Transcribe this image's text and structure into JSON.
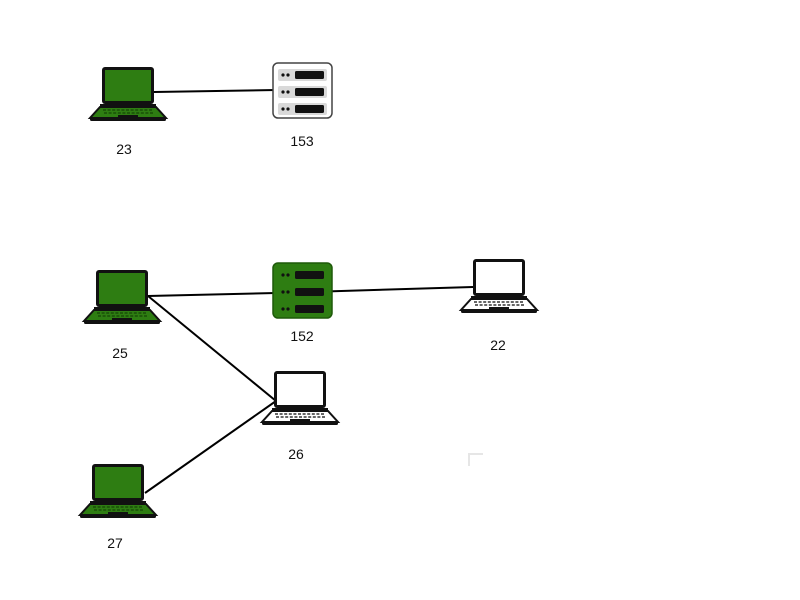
{
  "colors": {
    "active": "#2e7d12",
    "inactive": "#ffffff",
    "outline": "#111111",
    "edge": "#000000"
  },
  "nodes": [
    {
      "id": "23",
      "label": "23",
      "kind": "laptop",
      "state": "active"
    },
    {
      "id": "153",
      "label": "153",
      "kind": "server",
      "state": "inactive"
    },
    {
      "id": "25",
      "label": "25",
      "kind": "laptop",
      "state": "active"
    },
    {
      "id": "152",
      "label": "152",
      "kind": "server",
      "state": "active"
    },
    {
      "id": "22",
      "label": "22",
      "kind": "laptop",
      "state": "inactive"
    },
    {
      "id": "26",
      "label": "26",
      "kind": "laptop",
      "state": "inactive"
    },
    {
      "id": "27",
      "label": "27",
      "kind": "laptop",
      "state": "active"
    }
  ],
  "edges": [
    {
      "from": "23",
      "to": "153"
    },
    {
      "from": "25",
      "to": "152"
    },
    {
      "from": "152",
      "to": "22"
    },
    {
      "from": "25",
      "to": "26"
    },
    {
      "from": "27",
      "to": "26"
    }
  ]
}
